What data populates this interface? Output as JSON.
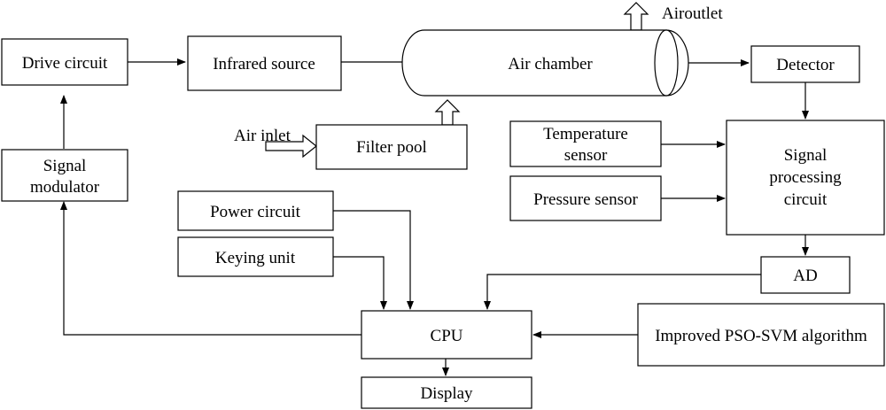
{
  "blocks": {
    "drive_circuit": "Drive circuit",
    "infrared_source": "Infrared source",
    "air_chamber": "Air chamber",
    "air_outlet": "Airoutlet",
    "detector": "Detector",
    "air_inlet": "Air inlet",
    "filter_pool": "Filter pool",
    "signal_modulator": [
      "Signal",
      "modulator"
    ],
    "temperature_sensor": [
      "Temperature",
      "sensor"
    ],
    "pressure_sensor": "Pressure sensor",
    "signal_processing_circuit": [
      "Signal",
      "processing",
      "circuit"
    ],
    "power_circuit": "Power circuit",
    "keying_unit": "Keying unit",
    "ad": "AD",
    "cpu": "CPU",
    "algorithm": "Improved PSO-SVM algorithm",
    "display": "Display"
  }
}
